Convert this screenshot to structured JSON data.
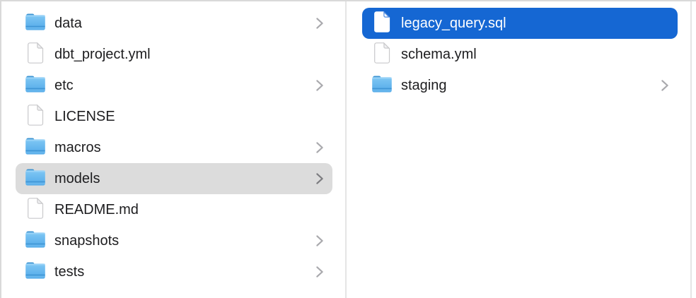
{
  "app": "finder-column-view",
  "colors": {
    "selection_blue": "#1567d3",
    "selection_gray": "#dcdcdc",
    "text_primary": "#1d1d1f",
    "selected_text": "#ffffff",
    "chevron": "#a9a9ad",
    "chevron_selected": "#7c7c80",
    "divider": "#e5e5e5",
    "window_edge": "#d9d9d9",
    "background": "#ffffff",
    "folder_blue": "#5fb2ec"
  },
  "columns": [
    {
      "name": "project-root",
      "items": [
        {
          "label": "data",
          "type": "folder",
          "chevron": true,
          "selected": "none"
        },
        {
          "label": "dbt_project.yml",
          "type": "file",
          "chevron": false,
          "selected": "none"
        },
        {
          "label": "etc",
          "type": "folder",
          "chevron": true,
          "selected": "none"
        },
        {
          "label": "LICENSE",
          "type": "file",
          "chevron": false,
          "selected": "none"
        },
        {
          "label": "macros",
          "type": "folder",
          "chevron": true,
          "selected": "none"
        },
        {
          "label": "models",
          "type": "folder",
          "chevron": true,
          "selected": "inactive"
        },
        {
          "label": "README.md",
          "type": "file",
          "chevron": false,
          "selected": "none"
        },
        {
          "label": "snapshots",
          "type": "folder",
          "chevron": true,
          "selected": "none"
        },
        {
          "label": "tests",
          "type": "folder",
          "chevron": true,
          "selected": "none"
        }
      ]
    },
    {
      "name": "models-contents",
      "items": [
        {
          "label": "legacy_query.sql",
          "type": "file",
          "chevron": false,
          "selected": "active"
        },
        {
          "label": "schema.yml",
          "type": "file",
          "chevron": false,
          "selected": "none"
        },
        {
          "label": "staging",
          "type": "folder",
          "chevron": true,
          "selected": "none"
        }
      ]
    }
  ]
}
